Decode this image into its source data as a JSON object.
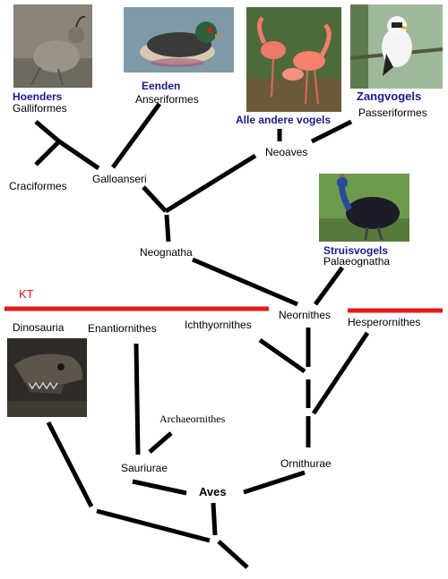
{
  "kt_label": "KT",
  "groups": {
    "hoenders": "Hoenders",
    "eenden": "Eenden",
    "alle_andere": "Alle andere vogels",
    "zangvogels": "Zangvogels",
    "struisvogels": "Struisvogels"
  },
  "taxa": {
    "galliformes": "Galliformes",
    "anseriformes": "Anseriformes",
    "passeriformes": "Passeriformes",
    "neoaves": "Neoaves",
    "craciformes": "Craciformes",
    "galloanseri": "Galloanseri",
    "neognatha": "Neognatha",
    "palaeognatha": "Palaeognatha",
    "neornithes": "Neornithes",
    "dinosauria": "Dinosauria",
    "enantiornithes": "Enantiornithes",
    "ichthyornithes": "Ichthyornithes",
    "hesperornithes": "Hesperornithes",
    "archaeornithes": "Archaeornithes",
    "sauriurae": "Sauriurae",
    "ornithurae": "Ornithurae",
    "aves": "Aves"
  },
  "colors": {
    "kt_line": "#e01b1b",
    "branch": "#000000",
    "group_label": "#1a1a8c"
  },
  "photos": [
    "quail-photo",
    "wood-duck-photo",
    "flamingo-photo",
    "myna-photo",
    "cassowary-photo",
    "dinosaur-skull-photo"
  ]
}
